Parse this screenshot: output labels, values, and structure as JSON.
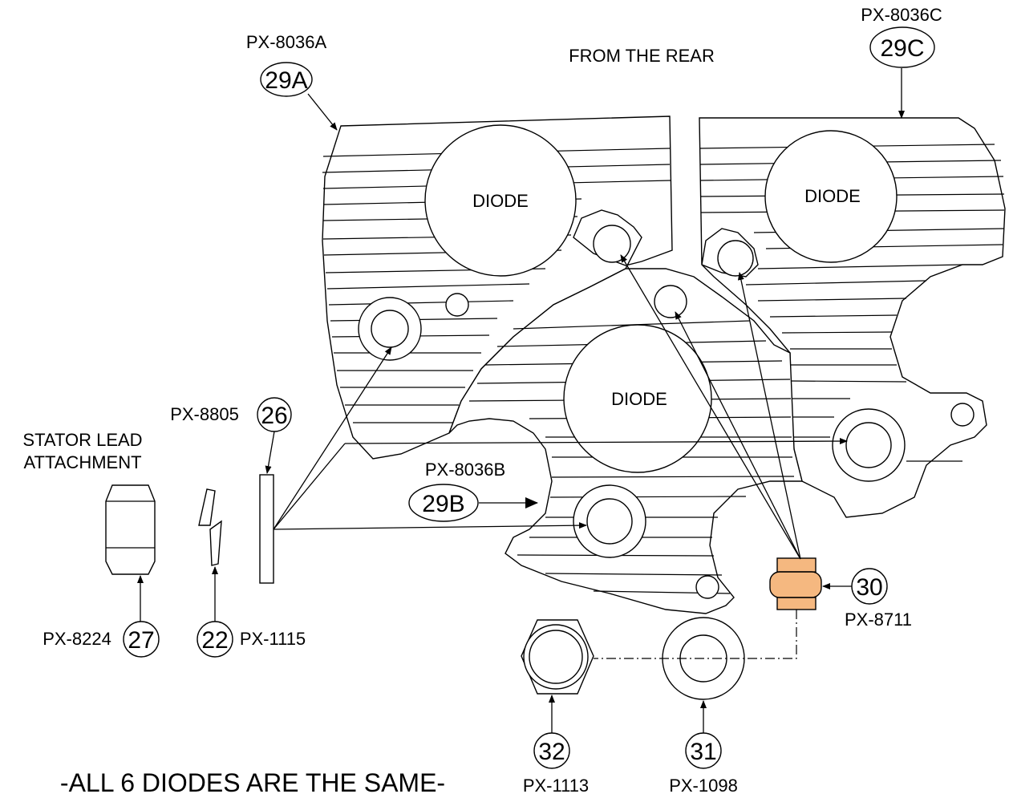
{
  "title": "FROM THE REAR",
  "footer_note": "-ALL 6 DIODES ARE THE SAME-",
  "side_title_line1": "STATOR LEAD",
  "side_title_line2": "ATTACHMENT",
  "diode_labels": [
    "DIODE",
    "DIODE",
    "DIODE"
  ],
  "callouts": {
    "c29a": {
      "num": "29A",
      "part": "PX-8036A"
    },
    "c29b": {
      "num": "29B",
      "part": "PX-8036B"
    },
    "c29c": {
      "num": "29C",
      "part": "PX-8036C"
    },
    "c26": {
      "num": "26",
      "part": "PX-8805"
    },
    "c27": {
      "num": "27",
      "part": "PX-8224"
    },
    "c22": {
      "num": "22",
      "part": "PX-1115"
    },
    "c30": {
      "num": "30",
      "part": "PX-8711"
    },
    "c31": {
      "num": "31",
      "part": "PX-1098"
    },
    "c32": {
      "num": "32",
      "part": "PX-1113"
    }
  },
  "colors": {
    "line": "#000000",
    "background": "#ffffff",
    "highlight_part": "#f5b880"
  }
}
